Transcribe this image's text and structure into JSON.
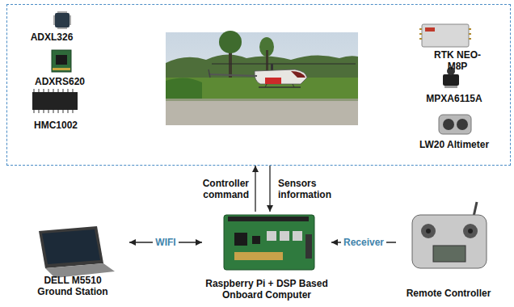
{
  "diagram": {
    "nodes": [
      {
        "text": [
          "ADXL326",
          "ADXRS620",
          "HMC1002",
          "RTK NEO-M8P",
          "MPXA6115A",
          "LW20 Altimeter"
        ]
      },
      {
        "text": [
          "DELL M5510 Ground Station"
        ]
      },
      {
        "text": [
          "Raspberry Pi + DSP Based Onboard Computer"
        ]
      },
      {
        "text": [
          "Remote Controller"
        ]
      }
    ],
    "edges": [
      {
        "from": 2,
        "to": 0,
        "arrow": "to",
        "label": "Controller command"
      },
      {
        "from": 0,
        "to": 2,
        "arrow": "to",
        "label": "Sensors information"
      },
      {
        "from": 1,
        "to": 2,
        "arrow": "both",
        "label": "WIFI"
      },
      {
        "from": 3,
        "to": 2,
        "arrow": "to",
        "label": "Receiver"
      }
    ]
  }
}
